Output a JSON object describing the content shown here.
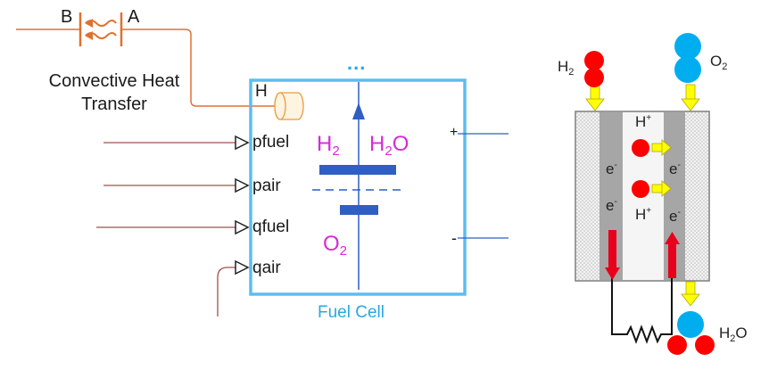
{
  "heat_block": {
    "title": "Convective Heat Transfer",
    "port_b": "B",
    "port_a": "A"
  },
  "fuel_cell_block": {
    "title": "Fuel Cell",
    "ellipsis": "...",
    "port_h": "H",
    "inputs": [
      "pfuel",
      "pair",
      "qfuel",
      "qair"
    ],
    "plus": "+",
    "minus": "-",
    "chem": {
      "h2": "H",
      "h2_sub": "2",
      "h2o_h": "H",
      "h2o_sub": "2",
      "h2o_o": "O",
      "o2": "O",
      "o2_sub": "2"
    }
  },
  "schematic": {
    "h2_label": "H",
    "h2_sub": "2",
    "o2_label": "O",
    "o2_sub": "2",
    "h2o_label": "H",
    "h2o_sub": "2",
    "h2o_o": "O",
    "hplus_1": "H",
    "hplus_1_sup": "+",
    "hplus_2": "H",
    "hplus_2_sup": "+",
    "electrons": [
      "e",
      "e",
      "e",
      "e"
    ],
    "electron_sup": "-",
    "colors": {
      "hydrogen": "#ff0000",
      "oxygen": "#00aeef",
      "arrow": "#ffff00",
      "electrode": "#a6a6a6"
    }
  }
}
